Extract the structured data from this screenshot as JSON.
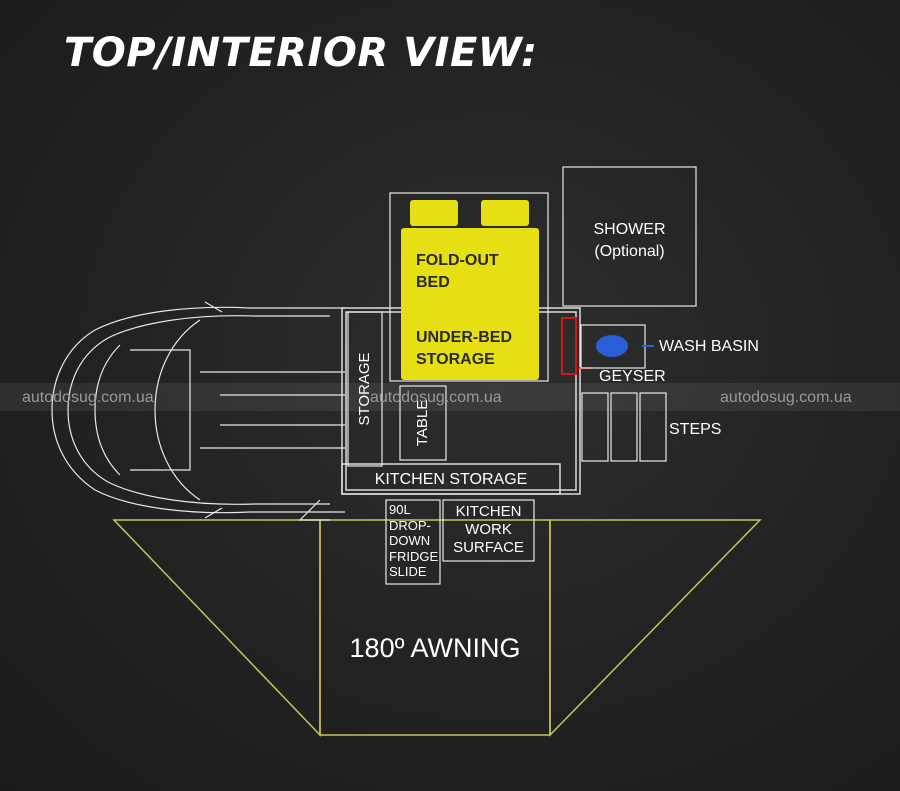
{
  "title": "TOP/INTERIOR VIEW:",
  "labels": {
    "fold_out_bed": "FOLD-OUT\nBED",
    "under_bed_storage": "UNDER-BED\nSTORAGE",
    "shower": "SHOWER\n(Optional)",
    "wash_basin": "WASH BASIN",
    "geyser": "GEYSER",
    "steps": "STEPS",
    "storage": "STORAGE",
    "table": "TABLE",
    "kitchen_storage": "KITCHEN STORAGE",
    "fridge_slide": "90L\nDROP-\nDOWN\nFRIDGE\nSLIDE",
    "kitchen_work_surface": "KITCHEN\nWORK\nSURFACE",
    "awning": "180º AWNING"
  },
  "watermarks": [
    "autodosug.com.ua",
    "autodosug.com.ua",
    "autodosug.com.ua"
  ],
  "colors": {
    "bed_yellow": "#e6df14",
    "awning_outline": "#c9c35a",
    "geyser_red": "#d01818",
    "basin_blue": "#2a5fd8",
    "line_white": "#e8e8e8"
  }
}
